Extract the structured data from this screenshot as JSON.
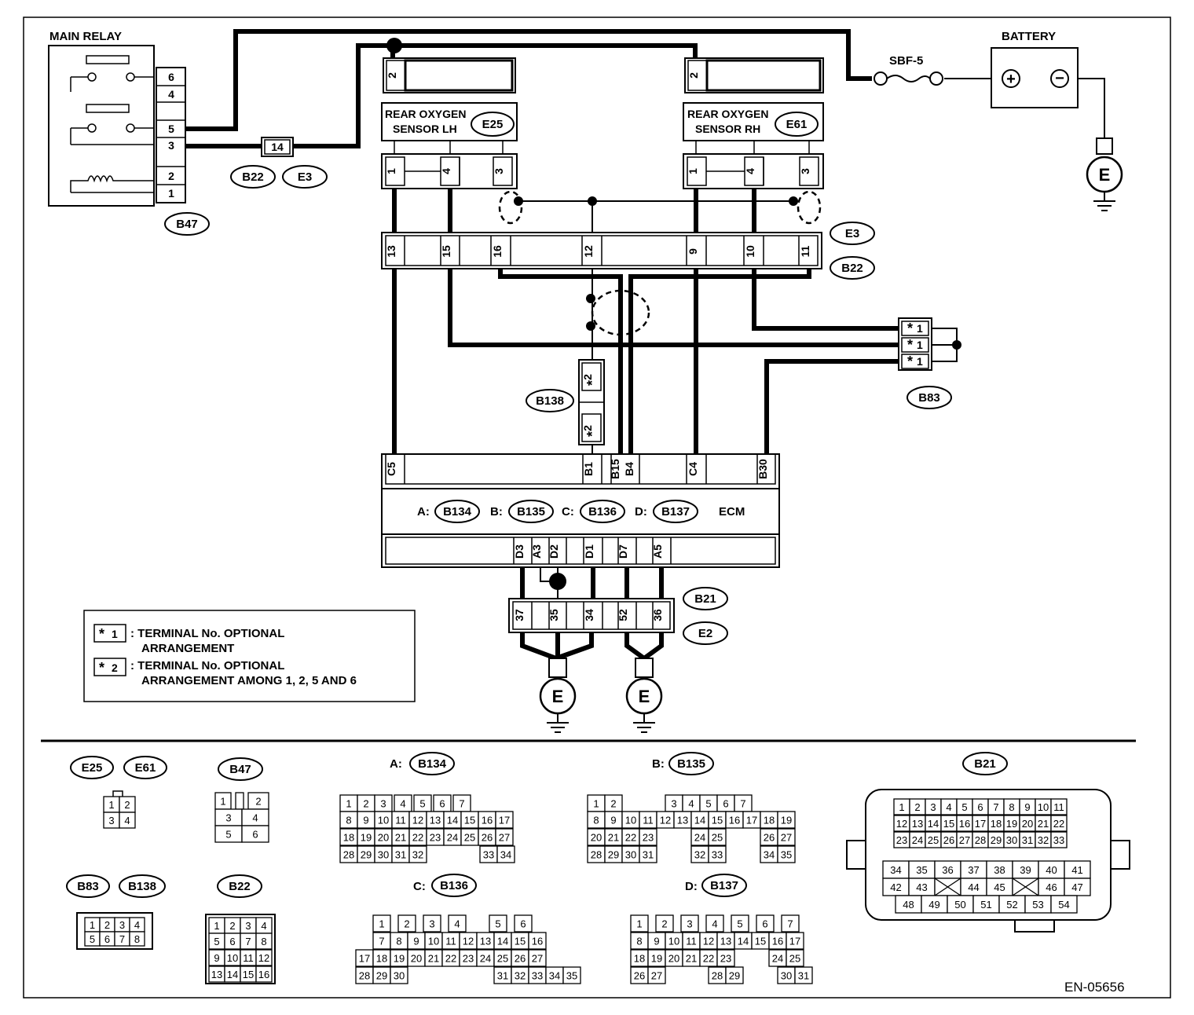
{
  "labels": {
    "main_relay": "MAIN RELAY",
    "battery": "BATTERY",
    "fuse": "SBF-5",
    "ecm": "ECM",
    "ground": "E",
    "doc_code": "EN-05656",
    "sensor_lh_line1": "REAR OXYGEN",
    "sensor_lh_line2": "SENSOR LH",
    "sensor_rh_line1": "REAR OXYGEN",
    "sensor_rh_line2": "SENSOR RH",
    "plus": "+",
    "minus": "−"
  },
  "connector_ids": {
    "B47": "B47",
    "B22": "B22",
    "E3": "E3",
    "E25": "E25",
    "E61": "E61",
    "B83": "B83",
    "B138": "B138",
    "B21": "B21",
    "E2": "E2",
    "B134": "B134",
    "B135": "B135",
    "B136": "B136",
    "B137": "B137"
  },
  "ecm_prefixes": {
    "a": "A:",
    "b": "B:",
    "c": "C:",
    "d": "D:"
  },
  "relay_pins": [
    "6",
    "4",
    "5",
    "3",
    "2",
    "1"
  ],
  "splice_pin": "14",
  "sensor_power_pin": "2",
  "sensor_lh_pins": [
    "1",
    "4",
    "3"
  ],
  "sensor_rh_pins": [
    "1",
    "4",
    "3"
  ],
  "joint_pins": [
    "13",
    "15",
    "16",
    "12",
    "9",
    "10",
    "11"
  ],
  "star_label": "*",
  "b83_pins": [
    "1",
    "1",
    "1"
  ],
  "b138_pins": [
    "2",
    "2"
  ],
  "ecm_top_pins": [
    "C5",
    "B1",
    "B15",
    "B4",
    "C4",
    "B30"
  ],
  "ecm_bottom_pins": [
    "D3",
    "A3",
    "D2",
    "D1",
    "D7",
    "A5"
  ],
  "b21_pins": [
    "37",
    "35",
    "34",
    "52",
    "36"
  ],
  "legend": {
    "k1": "1",
    "k2": "2",
    "n1_line1": ": TERMINAL No. OPTIONAL",
    "n1_line2": "ARRANGEMENT",
    "n2_line1": ": TERMINAL No. OPTIONAL",
    "n2_line2": "ARRANGEMENT AMONG 1, 2, 5  AND 6"
  },
  "connector_faces": {
    "e25_e61": [
      [
        "1",
        "2"
      ],
      [
        "3",
        "4"
      ]
    ],
    "b47": [
      [
        "1",
        "",
        "2"
      ],
      [
        "3",
        "4"
      ],
      [
        "5",
        "6"
      ]
    ],
    "b83_b138": [
      [
        "1",
        "2",
        "3",
        "4"
      ],
      [
        "5",
        "6",
        "7",
        "8"
      ]
    ],
    "b22": [
      [
        "1",
        "2",
        "3",
        "4"
      ],
      [
        "5",
        "6",
        "7",
        "8"
      ],
      [
        "9",
        "10",
        "11",
        "12"
      ],
      [
        "13",
        "14",
        "15",
        "16"
      ]
    ],
    "b134": [
      [
        "1",
        "2",
        "3",
        "4",
        "5",
        "6",
        "7"
      ],
      [
        "8",
        "9",
        "10",
        "11",
        "12",
        "13",
        "14",
        "15",
        "16",
        "17"
      ],
      [
        "18",
        "19",
        "20",
        "21",
        "22",
        "23",
        "24",
        "25",
        "26",
        "27"
      ],
      [
        "28",
        "29",
        "30",
        "31",
        "32",
        "33",
        "34"
      ]
    ],
    "b135": [
      [
        "1",
        "2",
        "3",
        "4",
        "5",
        "6",
        "7"
      ],
      [
        "8",
        "9",
        "10",
        "11",
        "12",
        "13",
        "14",
        "15",
        "16",
        "17",
        "18",
        "19"
      ],
      [
        "20",
        "21",
        "22",
        "23",
        "24",
        "25",
        "26",
        "27"
      ],
      [
        "28",
        "29",
        "30",
        "31",
        "32",
        "33",
        "34",
        "35"
      ]
    ],
    "b136": [
      [
        "1",
        "2",
        "3",
        "4",
        "5",
        "6"
      ],
      [
        "7",
        "8",
        "9",
        "10",
        "11",
        "12",
        "13",
        "14",
        "15",
        "16"
      ],
      [
        "17",
        "18",
        "19",
        "20",
        "21",
        "22",
        "23",
        "24",
        "25",
        "26",
        "27"
      ],
      [
        "28",
        "29",
        "30",
        "31",
        "32",
        "33",
        "34",
        "35"
      ]
    ],
    "b137": [
      [
        "1",
        "2",
        "3",
        "4",
        "5",
        "6",
        "7"
      ],
      [
        "8",
        "9",
        "10",
        "11",
        "12",
        "13",
        "14",
        "15",
        "16",
        "17"
      ],
      [
        "18",
        "19",
        "20",
        "21",
        "22",
        "23",
        "24",
        "25"
      ],
      [
        "26",
        "27",
        "28",
        "29",
        "30",
        "31"
      ]
    ],
    "b21": [
      [
        "1",
        "2",
        "3",
        "4",
        "5",
        "6",
        "7",
        "8",
        "9",
        "10",
        "11"
      ],
      [
        "12",
        "13",
        "14",
        "15",
        "16",
        "17",
        "18",
        "19",
        "20",
        "21",
        "22"
      ],
      [
        "23",
        "24",
        "25",
        "26",
        "27",
        "28",
        "29",
        "30",
        "31",
        "32",
        "33"
      ],
      [
        "34",
        "35",
        "36",
        "37",
        "38",
        "39",
        "40",
        "41"
      ],
      [
        "42",
        "43",
        "",
        "44",
        "45",
        "",
        "46",
        "47"
      ],
      [
        "48",
        "49",
        "50",
        "51",
        "52",
        "53",
        "54"
      ]
    ]
  }
}
